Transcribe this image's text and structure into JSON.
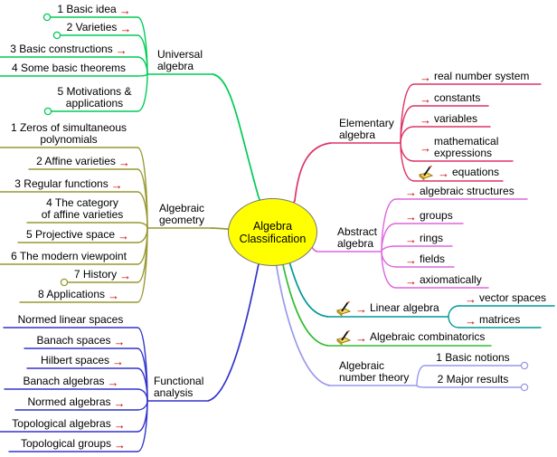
{
  "center": {
    "label": "Algebra\nClassification",
    "fill": "#FFFF00"
  },
  "icons": {
    "arrow": "→",
    "arrow_color": "#CC0000",
    "wizard": "wizard-pencil-icon"
  },
  "branches": {
    "universal": {
      "label": "Universal\nalgebra",
      "color": "#00CC55",
      "children": [
        {
          "text": "1 Basic idea",
          "arrow": true,
          "folded": true
        },
        {
          "text": "2 Varieties",
          "arrow": true,
          "folded": true
        },
        {
          "text": "3 Basic constructions",
          "arrow": true
        },
        {
          "text": "4 Some basic theorems"
        },
        {
          "text": "5 Motivations &\napplications",
          "folded": true
        }
      ]
    },
    "geometry": {
      "label": "Algebraic\ngeometry",
      "color": "#999933",
      "children": [
        {
          "text": "1 Zeros of simultaneous\npolynomials"
        },
        {
          "text": "2 Affine varieties",
          "arrow": true
        },
        {
          "text": "3 Regular functions",
          "arrow": true
        },
        {
          "text": "4 The category\nof affine varieties"
        },
        {
          "text": "5 Projective space",
          "arrow": true
        },
        {
          "text": "6 The modern viewpoint"
        },
        {
          "text": "7 History",
          "arrow": true,
          "folded": true
        },
        {
          "text": "8 Applications",
          "arrow": true
        }
      ]
    },
    "functional": {
      "label": "Functional\nanalysis",
      "color": "#3333CC",
      "children": [
        {
          "text": "Normed linear spaces"
        },
        {
          "text": "Banach spaces",
          "arrow": true
        },
        {
          "text": "Hilbert spaces",
          "arrow": true
        },
        {
          "text": "Banach algebras",
          "arrow": true
        },
        {
          "text": "Normed algebras",
          "arrow": true
        },
        {
          "text": "Topological algebras",
          "arrow": true
        },
        {
          "text": "Topological groups",
          "arrow": true
        }
      ]
    },
    "elementary": {
      "label": "Elementary\nalgebra",
      "color": "#DD3366",
      "children": [
        {
          "text": "real number system",
          "arrow": true
        },
        {
          "text": "constants",
          "arrow": true
        },
        {
          "text": "variables",
          "arrow": true
        },
        {
          "text": "mathematical\nexpressions",
          "arrow": true
        },
        {
          "text": "equations",
          "arrow": true,
          "icon": true
        }
      ]
    },
    "abstract": {
      "label": "Abstract\nalgebra",
      "color": "#DD66DD",
      "children": [
        {
          "text": "algebraic structures",
          "arrow": true
        },
        {
          "text": "groups",
          "arrow": true
        },
        {
          "text": "rings",
          "arrow": true
        },
        {
          "text": "fields",
          "arrow": true
        },
        {
          "text": "axiomatically",
          "arrow": true
        }
      ]
    },
    "linear": {
      "label": "Linear algebra",
      "icon": true,
      "arrow": true,
      "color": "#009999",
      "children": [
        {
          "text": "vector spaces",
          "arrow": true
        },
        {
          "text": "matrices",
          "arrow": true
        }
      ]
    },
    "combinatorics": {
      "label": "Algebraic combinatorics",
      "icon": true,
      "arrow": true,
      "color": "#33BB33",
      "children": []
    },
    "number_theory": {
      "label": "Algebraic\nnumber theory",
      "color": "#9999EE",
      "children": [
        {
          "text": "1 Basic notions",
          "folded": true
        },
        {
          "text": "2 Major results",
          "folded": true
        }
      ]
    }
  }
}
